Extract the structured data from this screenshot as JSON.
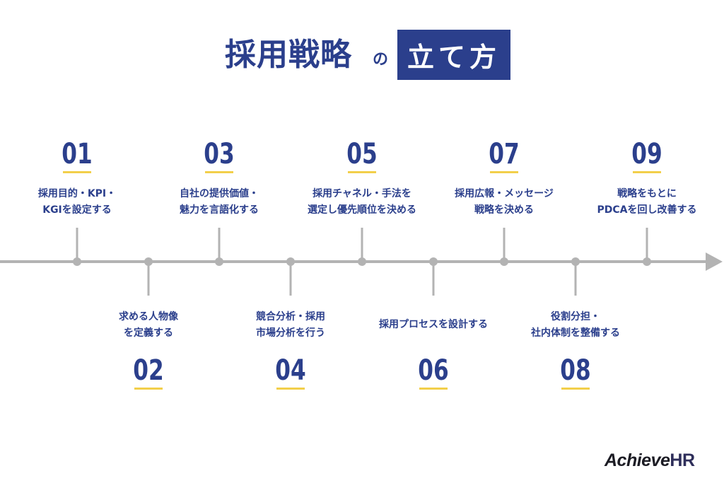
{
  "title": {
    "main": "採用戦略",
    "connector": "の",
    "boxed": "立て方"
  },
  "colors": {
    "navy": "#2b3f8c",
    "accent_underline": "#f2cf4a",
    "timeline_gray": "#b3b3b3"
  },
  "steps": [
    {
      "num": "01",
      "label": "採用目的・KPI・\nKGIを設定する"
    },
    {
      "num": "02",
      "label": "求める人物像\nを定義する"
    },
    {
      "num": "03",
      "label": "自社の提供価値・\n魅力を言語化する"
    },
    {
      "num": "04",
      "label": "競合分析・採用\n市場分析を行う"
    },
    {
      "num": "05",
      "label": "採用チャネル・手法を\n選定し優先順位を決める"
    },
    {
      "num": "06",
      "label": "採用プロセスを設計する"
    },
    {
      "num": "07",
      "label": "採用広報・メッセージ\n戦略を決める"
    },
    {
      "num": "08",
      "label": "役割分担・\n社内体制を整備する"
    },
    {
      "num": "09",
      "label": "戦略をもとに\nPDCAを回し改善する"
    }
  ],
  "logo": {
    "part1": "Achieve",
    "part2": "HR"
  }
}
